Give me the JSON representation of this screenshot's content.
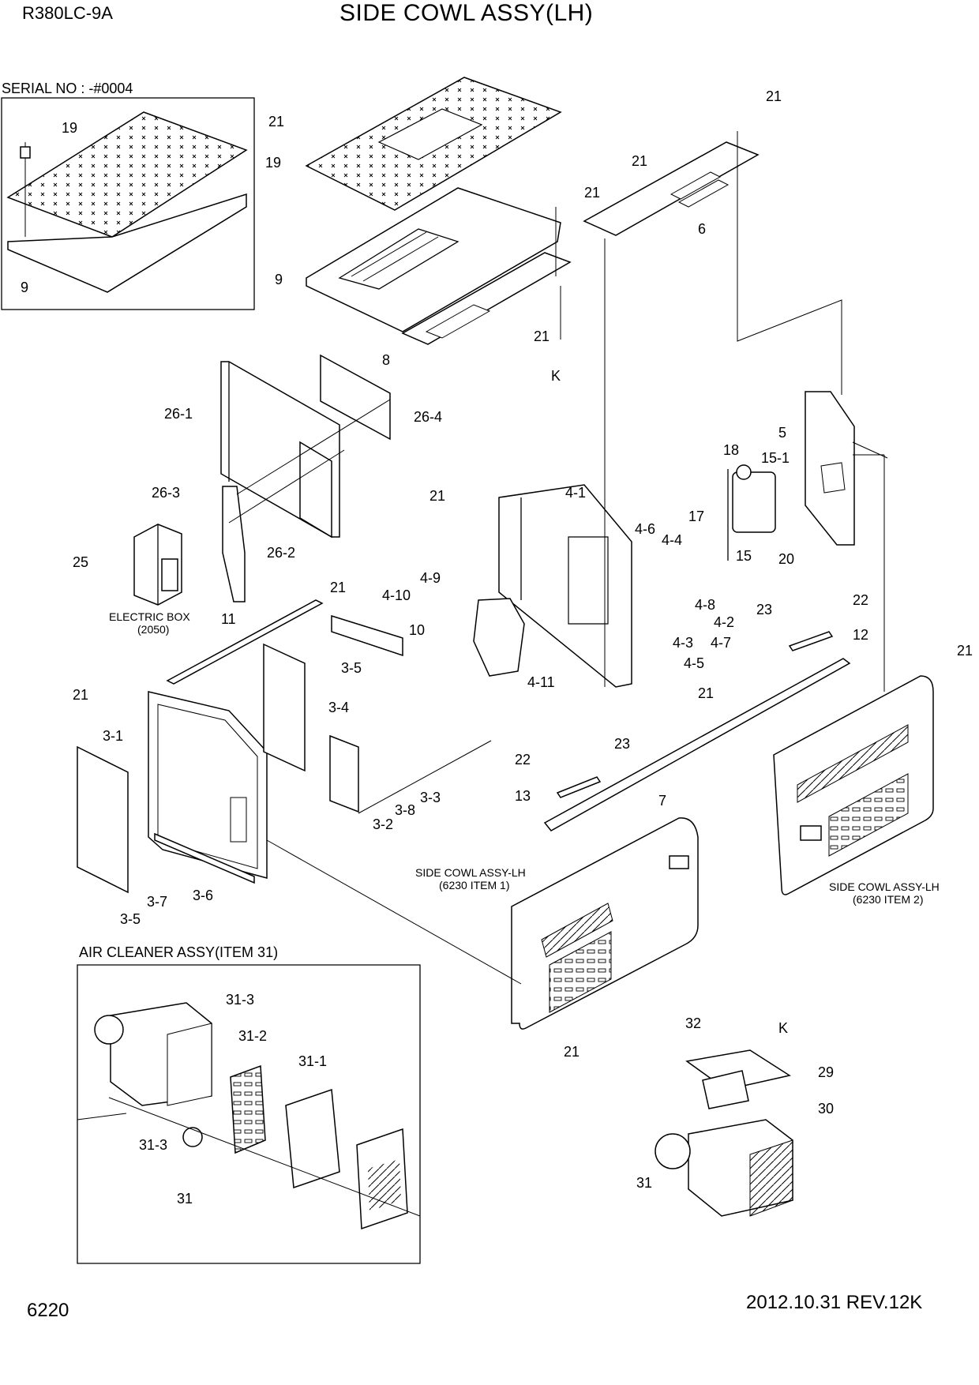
{
  "header": {
    "model": "R380LC-9A",
    "title": "SIDE COWL ASSY(LH)",
    "serial": "SERIAL NO : -#0004"
  },
  "footer": {
    "page": "6220",
    "date_rev": "2012.10.31  REV.12K"
  },
  "sections": {
    "air_cleaner_title": "AIR CLEANER ASSY(ITEM 31)"
  },
  "captions": {
    "electric_box": "ELECTRIC BOX",
    "electric_box_ref": "(2050)",
    "side_cowl_1": "SIDE COWL ASSY-LH",
    "side_cowl_1_ref": "(6230 ITEM 1)",
    "side_cowl_2": "SIDE COWL ASSY-LH",
    "side_cowl_2_ref": "(6230 ITEM 2)"
  },
  "callouts": {
    "inset_19": "19",
    "inset_9": "9",
    "c21a": "21",
    "c19": "19",
    "c9": "9",
    "c8": "8",
    "c21b": "21",
    "cK": "K",
    "c21c": "21",
    "c21d": "21",
    "c6": "6",
    "c21e": "21",
    "c26_1": "26-1",
    "c26_4": "26-4",
    "c26_3": "26-3",
    "c26_2": "26-2",
    "c25": "25",
    "c5": "5",
    "c18": "18",
    "c15_1": "15-1",
    "c17": "17",
    "c15": "15",
    "c20": "20",
    "c21f": "21",
    "c4_1": "4-1",
    "c4_6": "4-6",
    "c4_4": "4-4",
    "c4_9": "4-9",
    "c4_10": "4-10",
    "c21g": "21",
    "c11": "11",
    "c10": "10",
    "c4_8": "4-8",
    "c4_2": "4-2",
    "c4_7": "4-7",
    "c4_3": "4-3",
    "c4_5": "4-5",
    "c4_11": "4-11",
    "c21h": "21",
    "c23a": "23",
    "c22a": "22",
    "c12": "12",
    "c21i": "21",
    "c3_5a": "3-5",
    "c3_4": "3-4",
    "c21j": "21",
    "c3_1": "3-1",
    "c22b": "22",
    "c23b": "23",
    "c13": "13",
    "c7": "7",
    "c3_3": "3-3",
    "c3_8": "3-8",
    "c3_2": "3-2",
    "c3_7": "3-7",
    "c3_6": "3-6",
    "c3_5b": "3-5",
    "c21k": "21",
    "c31_3a": "31-3",
    "c31_2": "31-2",
    "c31_1": "31-1",
    "c31_3b": "31-3",
    "c31a": "31",
    "c32": "32",
    "cK2": "K",
    "c29": "29",
    "c30": "30",
    "c31b": "31"
  }
}
